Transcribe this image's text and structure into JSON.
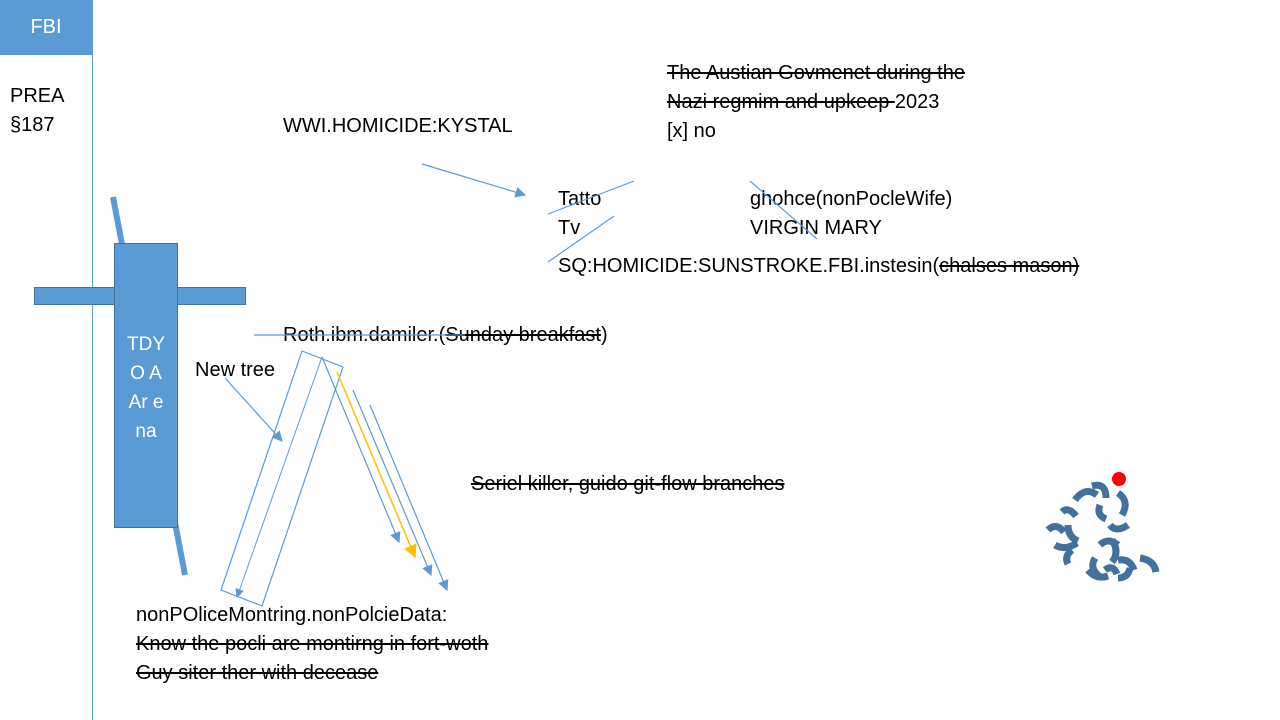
{
  "sidebar": {
    "fbi_label": "FBI",
    "prea_line1": "PREA",
    "prea_line2": "§187"
  },
  "cross": {
    "lines": [
      "TDY",
      "O A",
      "Ar e",
      "na"
    ]
  },
  "texts": {
    "homicide_kystal": "WWI.HOMICIDE:KYSTAL",
    "austrian_line1": "The Austian Govmenet during the",
    "austrian_line2_strike": "Nazi regmim and upkeep ",
    "austrian_line2_year": "2023",
    "austrian_line3": "[x] no",
    "tatto": "Tatto",
    "tv": "Tv",
    "ghohce": "ghohce(nonPocleWife)",
    "virgin_mary": "VIRGIN MARY",
    "sunstroke_prefix": "SQ:HOMICIDE:SUNSTROKE.FBI.instesin(",
    "sunstroke_strike": "chalses mason)",
    "roth_prefix": "Roth.ibm.damiler.(",
    "roth_strike": "Sunday breakfast",
    "roth_suffix": ")",
    "new_tree": "New tree",
    "seriel_killer": "Seriel killer, guido git-flow branches",
    "monitoring_title": "nonPOliceMontring.nonPolcieData:",
    "monitoring_line2": "Know the pocli are montirng in fort-woth",
    "monitoring_line3": "Guy siter ther with decease"
  },
  "colors": {
    "accent_blue": "#5b9bd5",
    "arrow_yellow": "#ffc000",
    "blob_blue": "#41719c",
    "red_dot": "#ff0000"
  }
}
